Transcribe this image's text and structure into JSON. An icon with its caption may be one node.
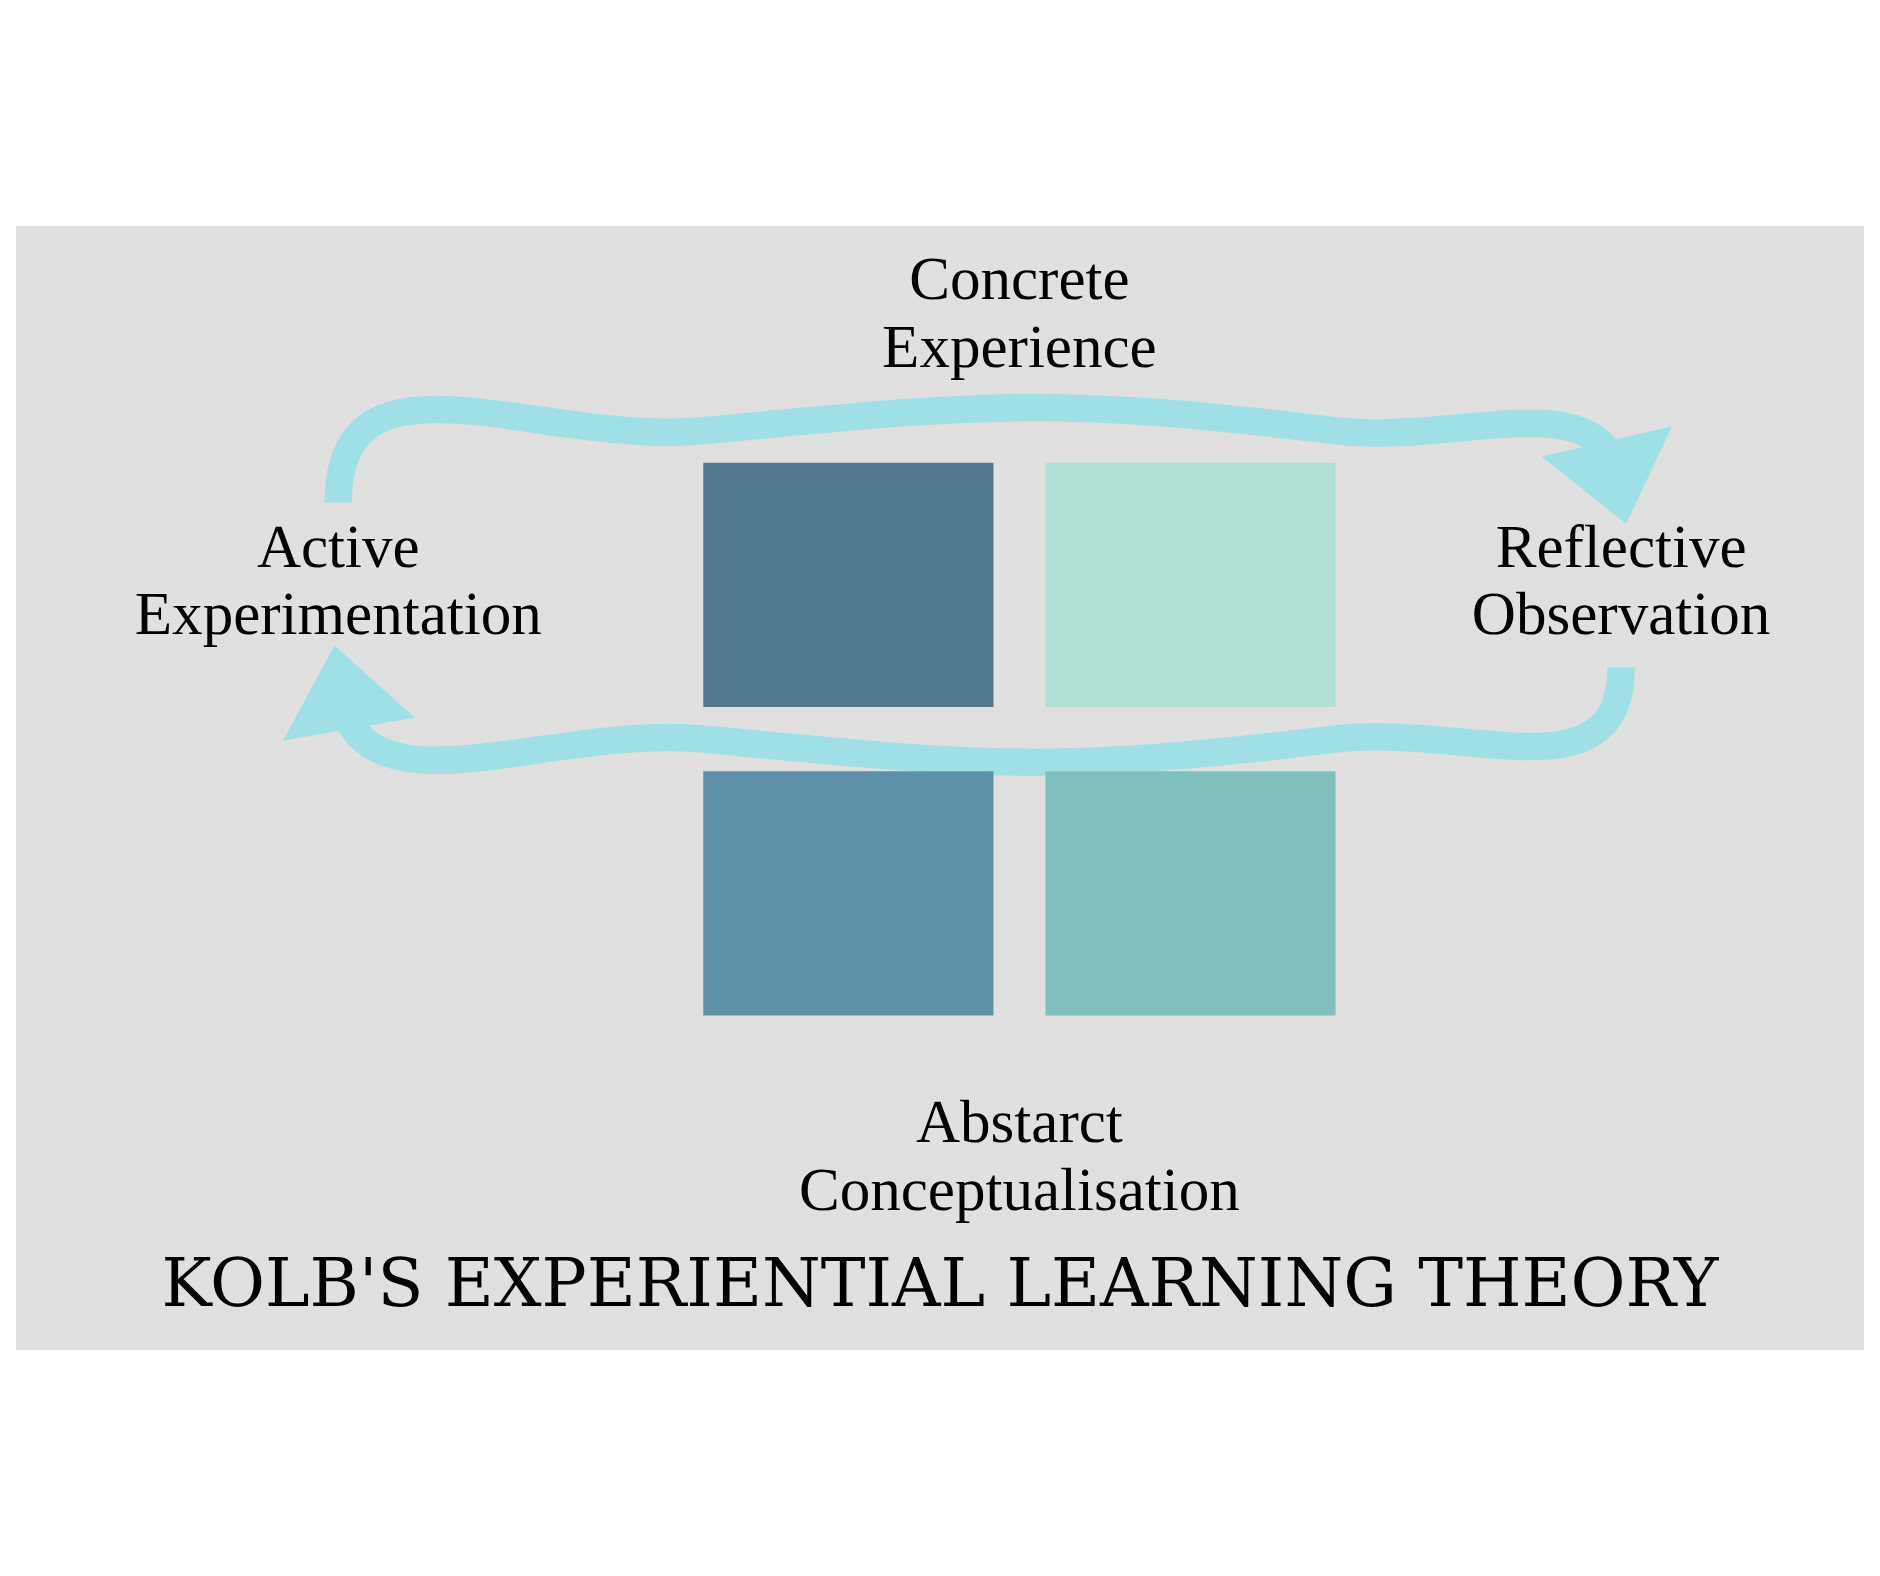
{
  "diagram": {
    "title": "KOLB'S EXPERIENTIAL LEARNING THEORY",
    "nodes": [
      {
        "text": [
          "Concrete Experience"
        ]
      },
      {
        "text": [
          "Active Experimentation"
        ]
      },
      {
        "text": [
          "Reflective Observation"
        ]
      },
      {
        "text": [
          "Abstarct Conceptualisation"
        ]
      },
      {
        "text": [],
        "shape": "box"
      },
      {
        "text": [],
        "shape": "box"
      },
      {
        "text": [],
        "shape": "box"
      },
      {
        "text": [],
        "shape": "box"
      }
    ],
    "edges": [
      {
        "from": 1,
        "to": 2,
        "arrow": "to"
      },
      {
        "from": 2,
        "to": 1,
        "arrow": "to"
      }
    ]
  }
}
